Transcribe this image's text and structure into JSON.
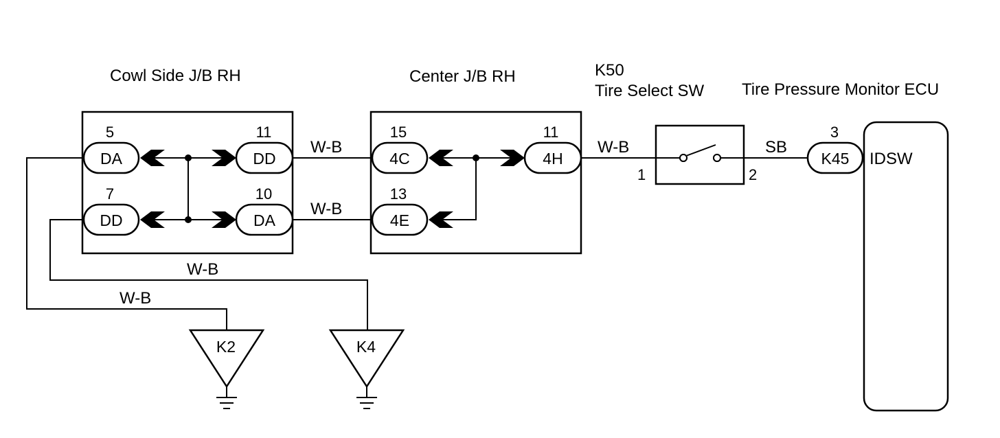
{
  "components": {
    "cowl_jb": {
      "title": "Cowl Side J/B RH"
    },
    "center_jb": {
      "title": "Center J/B RH"
    },
    "switch": {
      "code": "K50",
      "title": "Tire Select SW",
      "pin_1": "1",
      "pin_2": "2"
    },
    "ecu": {
      "title": "Tire Pressure Monitor ECU",
      "terminal": "IDSW"
    }
  },
  "connectors": {
    "c_5": {
      "pin": "5",
      "code": "DA"
    },
    "c_11a": {
      "pin": "11",
      "code": "DD"
    },
    "c_7": {
      "pin": "7",
      "code": "DD"
    },
    "c_10": {
      "pin": "10",
      "code": "DA"
    },
    "c_15": {
      "pin": "15",
      "code": "4C"
    },
    "c_11b": {
      "pin": "11",
      "code": "4H"
    },
    "c_13": {
      "pin": "13",
      "code": "4E"
    },
    "c_3": {
      "pin": "3",
      "code": "K45"
    }
  },
  "wires": {
    "w1": "W-B",
    "w2": "W-B",
    "w3": "W-B",
    "w4": "SB",
    "w5": "W-B",
    "w6": "W-B"
  },
  "grounds": {
    "k2": "K2",
    "k4": "K4"
  }
}
